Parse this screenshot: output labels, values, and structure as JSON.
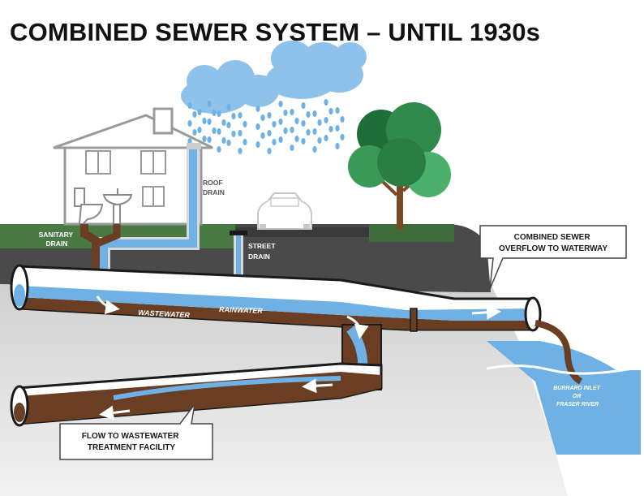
{
  "title": "COMBINED SEWER SYSTEM – UNTIL 1930s",
  "labels": {
    "sanitary_drain": [
      "SANITARY",
      "DRAIN"
    ],
    "roof_drain": [
      "ROOF",
      "DRAIN"
    ],
    "street_drain": [
      "STREET",
      "DRAIN"
    ],
    "wastewater": "WASTEWATER",
    "rainwater": "RAINWATER",
    "overflow": [
      "COMBINED SEWER",
      "OVERFLOW TO WATERWAY"
    ],
    "treatment": [
      "FLOW TO WASTEWATER",
      "TREATMENT FACILITY"
    ],
    "waterway": [
      "BURRARD INLET",
      "OR",
      "FRASER RIVER"
    ]
  },
  "colors": {
    "sky": "#ffffff",
    "ground": "#3b3b3b",
    "grass": "#4a7a44",
    "soil": "#d9d9d9",
    "wastewater": "#6a3e22",
    "rainwater": "#6fb1e4",
    "cloud": "#8fc2ea",
    "tree": "#2f8a4c"
  }
}
